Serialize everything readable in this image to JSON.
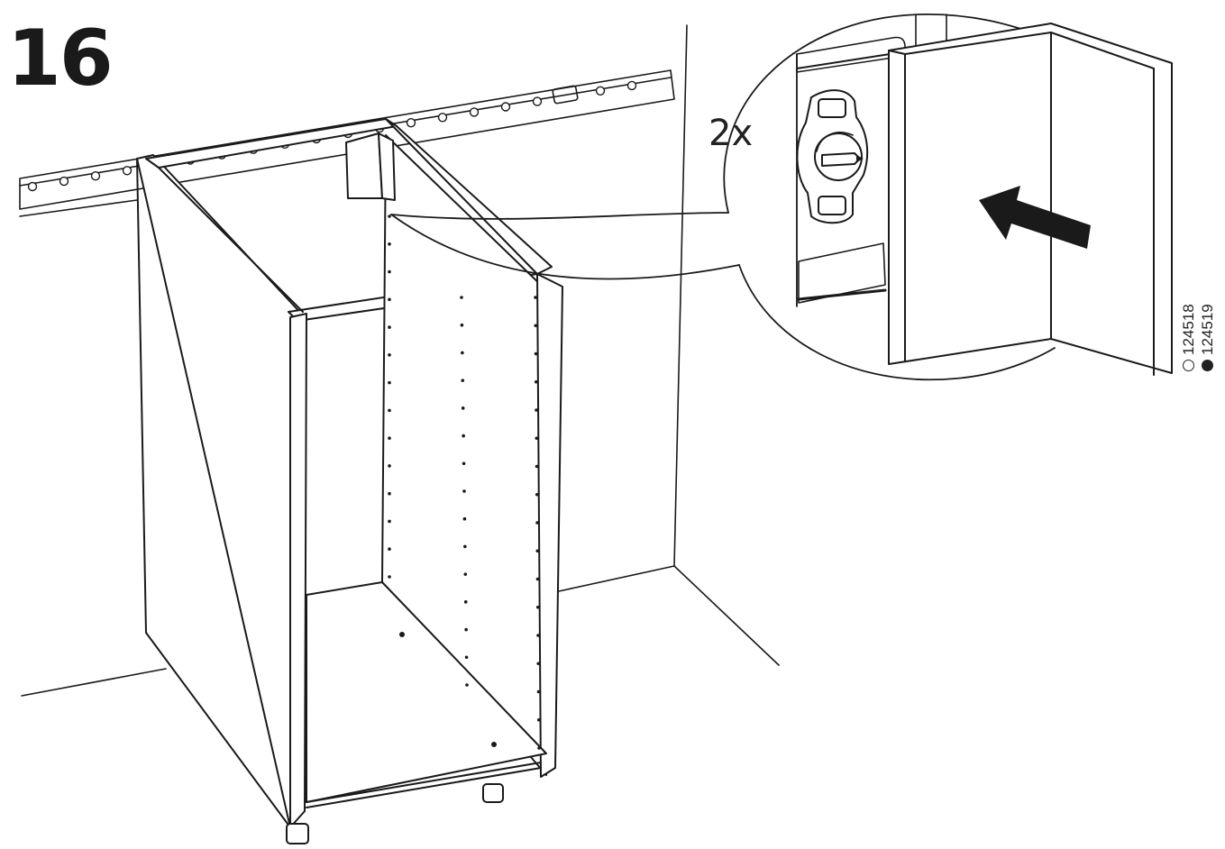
{
  "instruction": {
    "step_number": "16",
    "quantity": "2x",
    "part_codes": [
      {
        "code": "124518",
        "marker": "open-circle"
      },
      {
        "code": "124519",
        "marker": "filled-circle"
      }
    ]
  },
  "icons": {
    "step_illustration": "cabinet-wall-mount-icon",
    "detail_view": "magnified-detail-icon",
    "arrow": "push-arrow-icon",
    "cam_lock": "cam-lock-fitting-icon"
  },
  "colors": {
    "ink": "#1a1a1a",
    "background": "#ffffff"
  }
}
